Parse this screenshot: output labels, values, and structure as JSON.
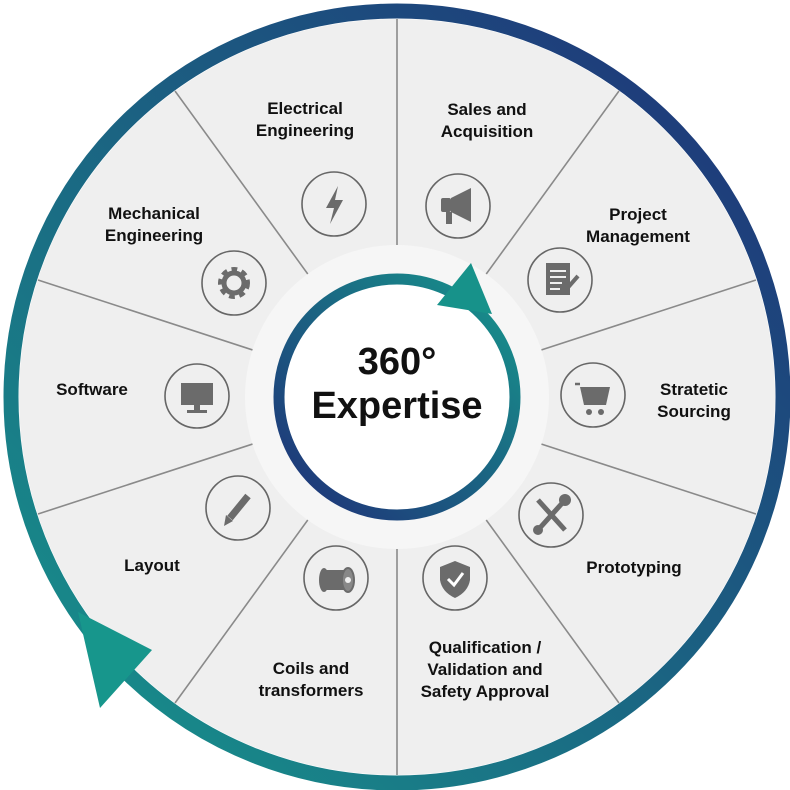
{
  "center": {
    "line1": "360°",
    "line2": "Expertise"
  },
  "colors": {
    "teal": "#17928a",
    "navy": "#1f3a7a",
    "sector": "#efefef",
    "icon": "#6b6b6b"
  },
  "segments": [
    {
      "lines": [
        "Electrical",
        "Engineering"
      ],
      "icon": "lightning-icon"
    },
    {
      "lines": [
        "Sales and",
        "Acquisition"
      ],
      "icon": "megaphone-icon"
    },
    {
      "lines": [
        "Project",
        "Management"
      ],
      "icon": "document-icon"
    },
    {
      "lines": [
        "Stratetic",
        "Sourcing"
      ],
      "icon": "cart-icon"
    },
    {
      "lines": [
        "Prototyping"
      ],
      "icon": "tools-icon"
    },
    {
      "lines": [
        "Qualification /",
        "Validation and",
        "Safety Approval"
      ],
      "icon": "shield-check-icon"
    },
    {
      "lines": [
        "Coils and",
        "transformers"
      ],
      "icon": "coil-icon"
    },
    {
      "lines": [
        "Layout"
      ],
      "icon": "pencil-icon"
    },
    {
      "lines": [
        "Software"
      ],
      "icon": "monitor-icon"
    },
    {
      "lines": [
        "Mechanical",
        "Engineering"
      ],
      "icon": "gear-icon"
    }
  ]
}
